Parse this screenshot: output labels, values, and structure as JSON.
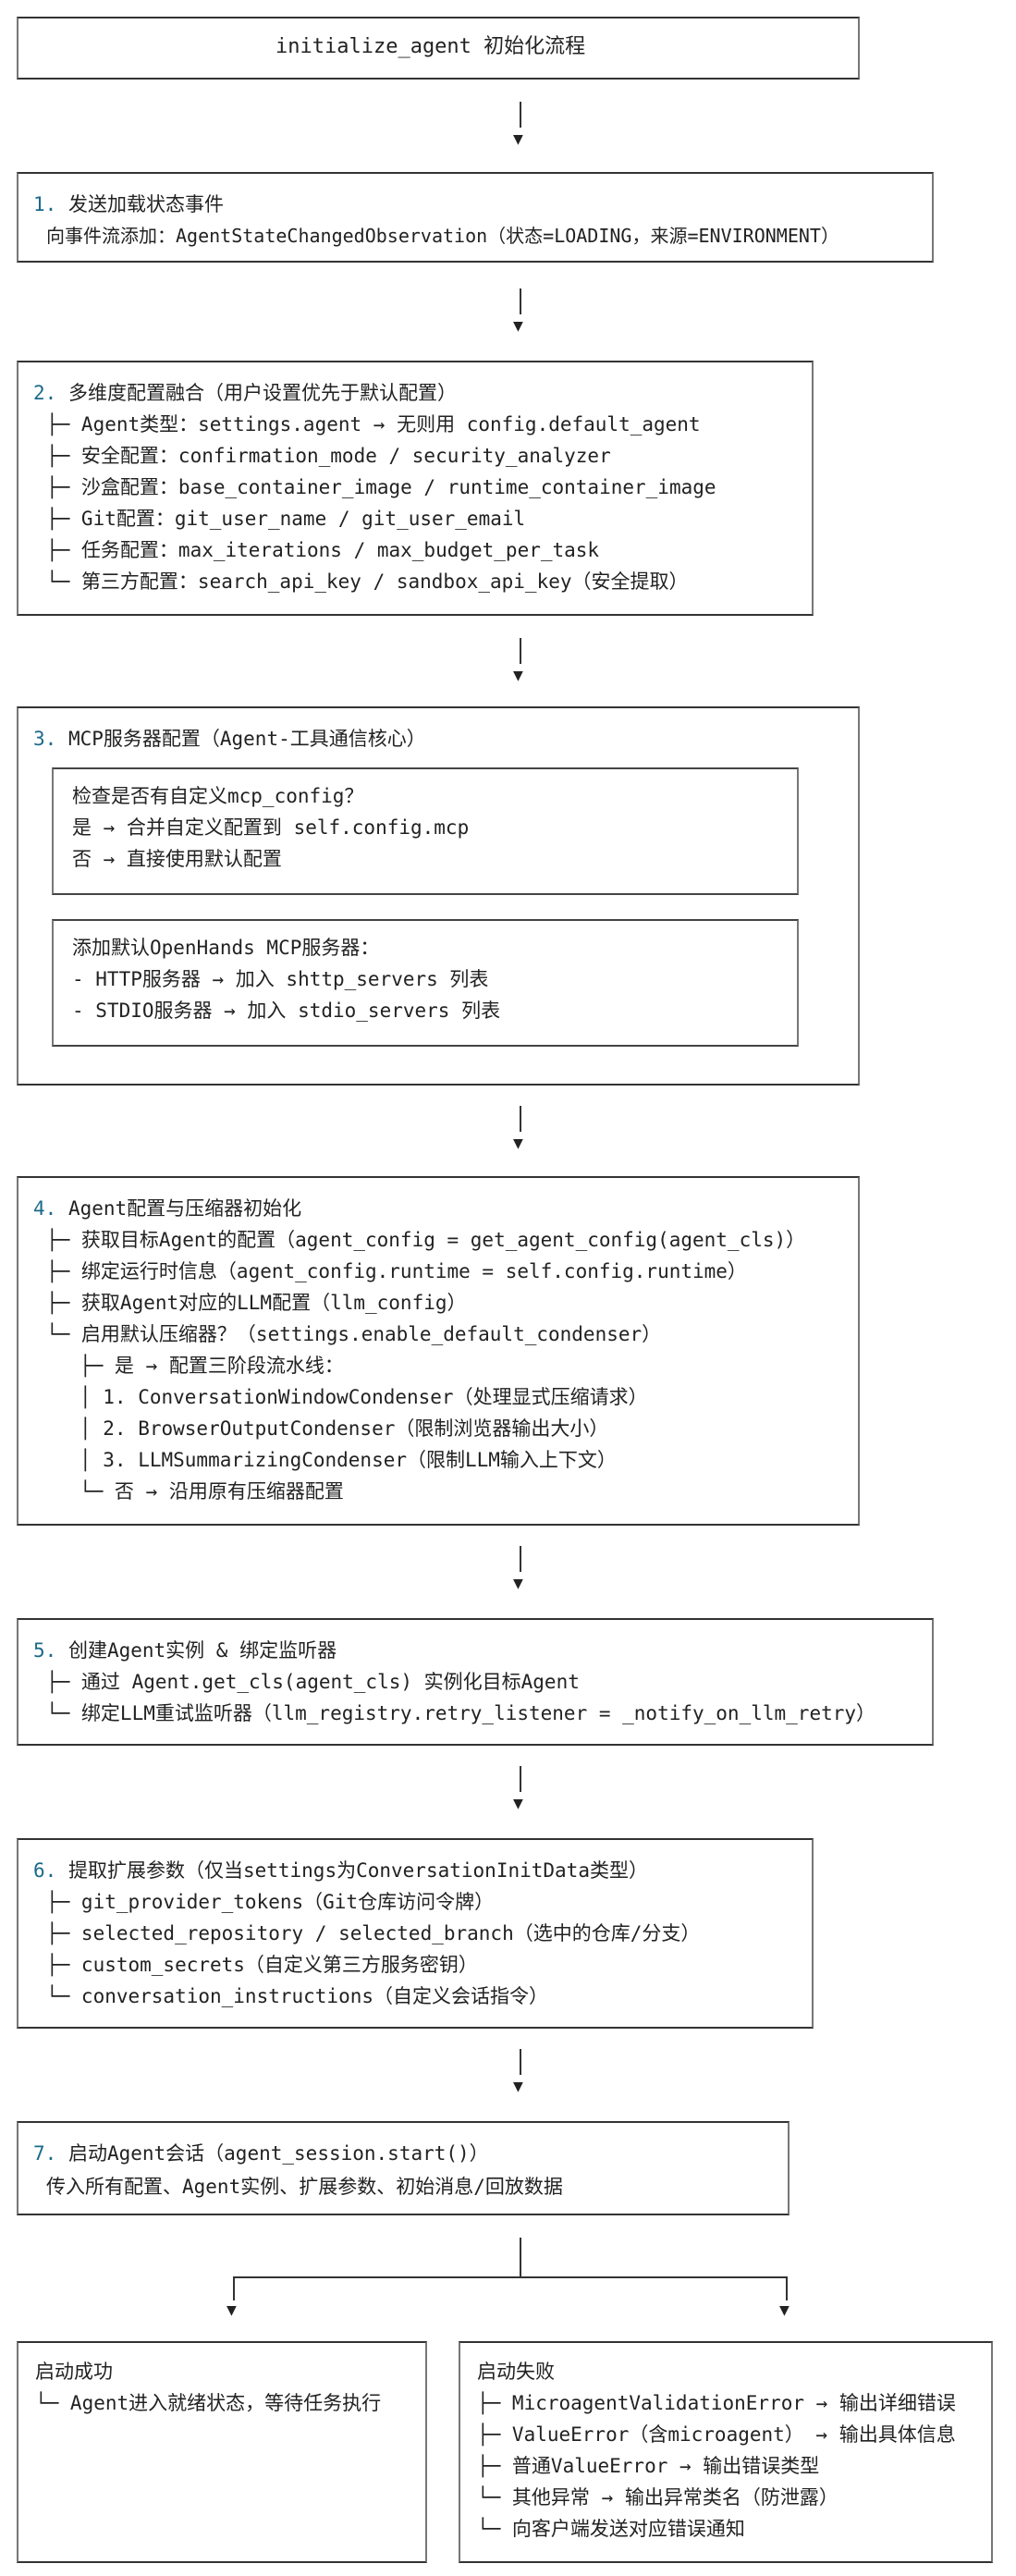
{
  "title": {
    "fn": "initialize_agent",
    "text": "初始化流程"
  },
  "steps": {
    "s1": {
      "num": "1.",
      "title": "发送加载状态事件",
      "line1": "向事件流添加：AgentStateChangedObservation（状态=LOADING，来源=ENVIRONMENT）"
    },
    "s2": {
      "num": "2.",
      "title": "多维度配置融合（用户设置优先于默认配置）",
      "lines": [
        "├─ Agent类型：settings.agent → 无则用 config.default_agent",
        "├─ 安全配置：confirmation_mode / security_analyzer",
        "├─ 沙盒配置：base_container_image / runtime_container_image",
        "├─ Git配置：git_user_name / git_user_email",
        "├─ 任务配置：max_iterations / max_budget_per_task",
        "└─ 第三方配置：search_api_key / sandbox_api_key（安全提取）"
      ]
    },
    "s3": {
      "num": "3.",
      "title": "MCP服务器配置（Agent-工具通信核心）",
      "a": [
        "检查是否有自定义mcp_config？",
        "是 → 合并自定义配置到 self.config.mcp",
        "否 → 直接使用默认配置"
      ],
      "b": [
        "添加默认OpenHands MCP服务器：",
        "- HTTP服务器 → 加入 shttp_servers 列表",
        "- STDIO服务器 → 加入 stdio_servers 列表"
      ]
    },
    "s4": {
      "num": "4.",
      "title": "Agent配置与压缩器初始化",
      "lines": [
        "├─ 获取目标Agent的配置（agent_config = get_agent_config(agent_cls)）",
        "├─ 绑定运行时信息（agent_config.runtime = self.config.runtime）",
        "├─ 获取Agent对应的LLM配置（llm_config）",
        "└─ 启用默认压缩器？（settings.enable_default_condenser）",
        "├─ 是 → 配置三阶段流水线：",
        "│  1. ConversationWindowCondenser（处理显式压缩请求）",
        "│  2. BrowserOutputCondenser（限制浏览器输出大小）",
        "│  3. LLMSummarizingCondenser（限制LLM输入上下文）",
        "└─ 否 → 沿用原有压缩器配置"
      ]
    },
    "s5": {
      "num": "5.",
      "title": "创建Agent实例 & 绑定监听器",
      "lines": [
        "├─ 通过 Agent.get_cls(agent_cls) 实例化目标Agent",
        "└─ 绑定LLM重试监听器（llm_registry.retry_listener = _notify_on_llm_retry）"
      ]
    },
    "s6": {
      "num": "6.",
      "title": "提取扩展参数（仅当settings为ConversationInitData类型）",
      "lines": [
        "├─ git_provider_tokens（Git仓库访问令牌）",
        "├─ selected_repository / selected_branch（选中的仓库/分支）",
        "├─ custom_secrets（自定义第三方服务密钥）",
        "└─ conversation_instructions（自定义会话指令）"
      ]
    },
    "s7": {
      "num": "7.",
      "title": "启动Agent会话（agent_session.start()）",
      "line1": "传入所有配置、Agent实例、扩展参数、初始消息/回放数据"
    }
  },
  "success": {
    "title": "启动成功",
    "line1": "└─ Agent进入就绪状态，等待任务执行"
  },
  "failure": {
    "title": "启动失败",
    "lines": [
      "├─ MicroagentValidationError → 输出详细错误",
      "├─ ValueError（含microagent） → 输出具体信息",
      "├─ 普通ValueError → 输出错误类型",
      "└─ 其他异常 → 输出异常类名（防泄露）",
      "└─ 向客户端发送对应错误通知"
    ]
  }
}
